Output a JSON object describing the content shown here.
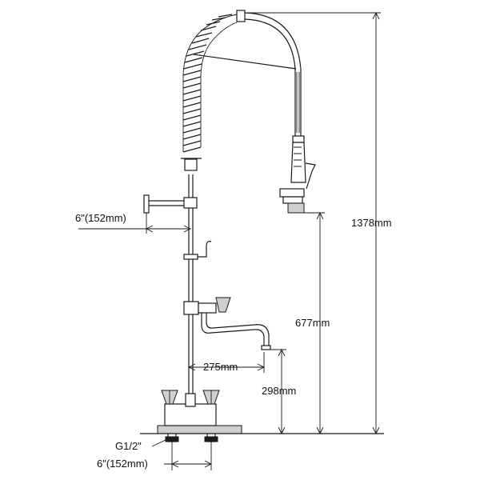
{
  "dimensions": {
    "total_height": "1378mm",
    "spray_height": "677mm",
    "spout_height": "298mm",
    "spout_reach": "275mm",
    "bracket_offset": "6\"(152mm)",
    "inlet_thread": "G1/2\"",
    "inlet_spacing": "6\"(152mm)"
  }
}
